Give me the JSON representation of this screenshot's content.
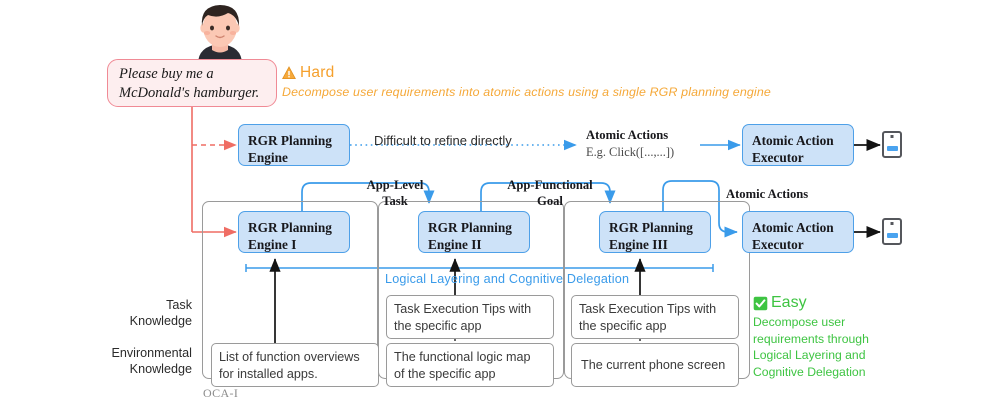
{
  "speech": {
    "line1": "Please buy me a",
    "line2": "McDonald's hamburger."
  },
  "hard": {
    "icon": "warning-icon",
    "title": "Hard",
    "description": "Decompose user requirements into atomic actions using a single RGR planning engine",
    "color": "#f5a02d"
  },
  "easy": {
    "icon": "check-square-icon",
    "title": "Easy",
    "line1": "Decompose user",
    "line2": "requirements through",
    "line3": "Logical Layering and",
    "line4": "Cognitive Delegation",
    "color": "#3ec442"
  },
  "top_flow": {
    "engine": {
      "line1": "RGR Planning",
      "line2": "Engine"
    },
    "edge_label": "Difficult to refine directly",
    "atomic_actions_title": "Atomic Actions",
    "atomic_actions_example": "E.g. Click([...,...])",
    "executor": {
      "line1": "Atomic Action",
      "line2": "Executor"
    },
    "device": "phone-icon"
  },
  "bottom_flow": {
    "engines": [
      {
        "line1": "RGR Planning",
        "line2": "Engine I"
      },
      {
        "line1": "RGR Planning",
        "line2": "Engine II"
      },
      {
        "line1": "RGR Planning",
        "line2": "Engine III"
      }
    ],
    "arrow_labels": [
      {
        "line1": "App-Level",
        "line2": "Task"
      },
      {
        "line1": "App-Functional",
        "line2": "Goal"
      },
      {
        "line1": "Atomic Actions",
        "line2": ""
      }
    ],
    "executor": {
      "line1": "Atomic Action",
      "line2": "Executor"
    },
    "device": "phone-icon",
    "span_label": "Logical Layering and Cognitive Delegation",
    "container_label": "OCA-I"
  },
  "row_labels": {
    "task_knowledge": {
      "line1": "Task",
      "line2": "Knowledge"
    },
    "environmental_knowledge": {
      "line1": "Environmental",
      "line2": "Knowledge"
    }
  },
  "knowledge_boxes": {
    "task": [
      {
        "line1": "Task Execution Tips with",
        "line2": "the specific app"
      },
      {
        "line1": "Task Execution Tips with",
        "line2": "the specific app"
      }
    ],
    "environmental": [
      {
        "line1": "List of function overviews",
        "line2": "for installed apps."
      },
      {
        "line1": "The functional logic map",
        "line2": "of the specific app"
      },
      {
        "line1": "The current phone screen",
        "line2": ""
      }
    ]
  },
  "colors": {
    "engine_fill": "#cde2f8",
    "engine_stroke": "#4ea0e8",
    "red_arrow": "#ef6d64",
    "blue_arrow": "#3a9bea",
    "panel_stroke": "#9a9a9a",
    "bubble_fill": "#fdeeef",
    "bubble_stroke": "#f08a95"
  }
}
